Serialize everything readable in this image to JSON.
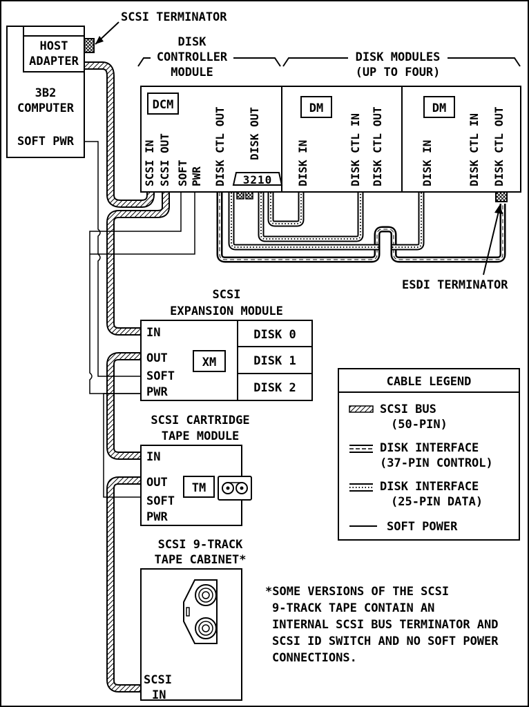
{
  "labels": {
    "scsi_terminator": "SCSI TERMINATOR",
    "host_adapter_1": "HOST",
    "host_adapter_2": "ADAPTER",
    "computer_1": "3B2",
    "computer_2": "COMPUTER",
    "soft_pwr": "SOFT PWR",
    "dcm_head_1": "DISK",
    "dcm_head_2": "CONTROLLER",
    "dcm_head_3": "MODULE",
    "dm_head_1": "DISK MODULES",
    "dm_head_2": "(UP TO FOUR)",
    "esdi_terminator": "ESDI TERMINATOR"
  },
  "dcm": {
    "tag": "DCM",
    "ports": [
      "SCSI IN",
      "SCSI OUT",
      "SOFT",
      "PWR",
      "DISK CTL OUT",
      "DISK OUT"
    ],
    "switch_digits": "3210"
  },
  "disk_modules": [
    {
      "tag": "DM",
      "ports": [
        "DISK IN",
        "DISK CTL IN",
        "DISK CTL OUT"
      ]
    },
    {
      "tag": "DM",
      "ports": [
        "DISK IN",
        "DISK CTL IN",
        "DISK CTL OUT"
      ]
    }
  ],
  "expansion": {
    "head_1": "SCSI",
    "head_2": "EXPANSION MODULE",
    "tag": "XM",
    "ports": [
      "IN",
      "OUT",
      "SOFT",
      "PWR"
    ],
    "disks": [
      "DISK 0",
      "DISK 1",
      "DISK 2"
    ]
  },
  "tape": {
    "head_1": "SCSI CARTRIDGE",
    "head_2": "TAPE MODULE",
    "tag": "TM",
    "ports": [
      "IN",
      "OUT",
      "SOFT",
      "PWR"
    ]
  },
  "cabinet": {
    "head_1": "SCSI 9-TRACK",
    "head_2": "TAPE CABINET*",
    "ports": [
      "SCSI",
      "IN"
    ]
  },
  "legend": {
    "title": "CABLE LEGEND",
    "items": [
      {
        "line1": "SCSI BUS",
        "line2": "(50-PIN)"
      },
      {
        "line1": "DISK INTERFACE",
        "line2": "(37-PIN CONTROL)"
      },
      {
        "line1": "DISK INTERFACE",
        "line2": "(25-PIN DATA)"
      },
      {
        "line1": "SOFT POWER",
        "line2": ""
      }
    ]
  },
  "footnote": [
    "*SOME VERSIONS OF THE SCSI",
    "9-TRACK TAPE CONTAIN AN",
    "INTERNAL SCSI BUS TERMINATOR AND",
    "SCSI ID SWITCH AND NO SOFT POWER",
    "CONNECTIONS."
  ]
}
